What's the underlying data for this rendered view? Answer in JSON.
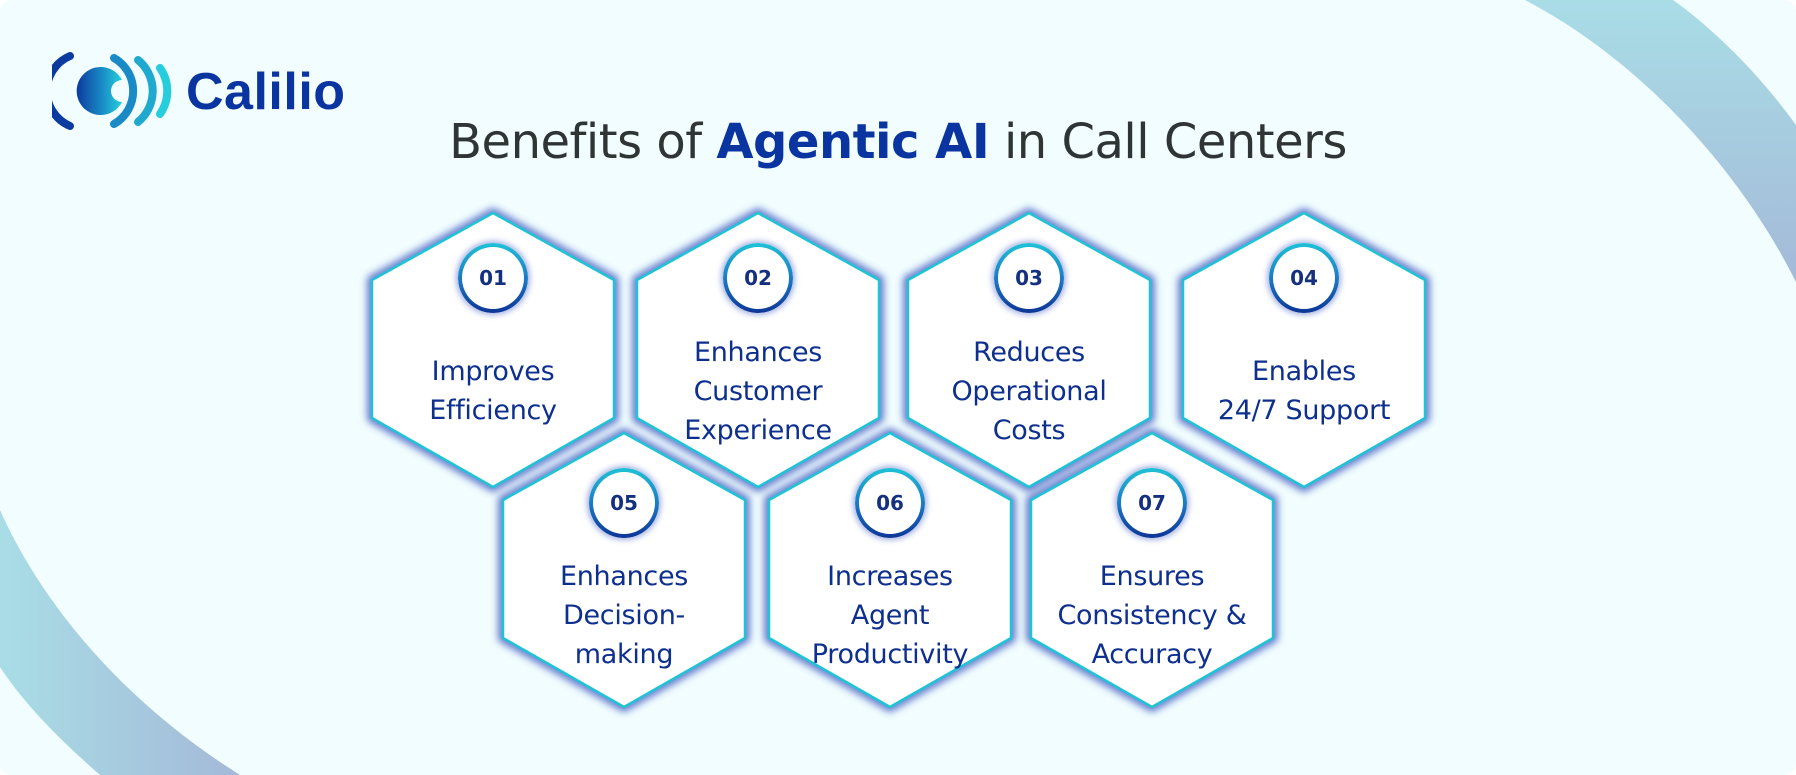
{
  "brand": {
    "name": "Calilio",
    "logo_icon": "calilio-signal-logo-icon",
    "colors": {
      "primary": "#0a34a0",
      "accent": "#1fc2d6"
    }
  },
  "title": {
    "prefix": "Benefits of ",
    "highlight": "Agentic AI",
    "suffix": " in Call Centers"
  },
  "benefits": [
    {
      "number": "01",
      "label": "Improves\nEfficiency"
    },
    {
      "number": "02",
      "label": "Enhances\nCustomer\nExperience"
    },
    {
      "number": "03",
      "label": "Reduces\nOperational\nCosts"
    },
    {
      "number": "04",
      "label": "Enables\n24/7 Support"
    },
    {
      "number": "05",
      "label": "Enhances\nDecision-\nmaking"
    },
    {
      "number": "06",
      "label": "Increases\nAgent\nProductivity"
    },
    {
      "number": "07",
      "label": "Ensures\nConsistency &\nAccuracy"
    }
  ],
  "colors": {
    "background": "#f1fdfe",
    "title_text": "#2f3535",
    "hex_border": "#1ec3d6",
    "hex_glow": "#3a56c0",
    "benefit_text": "#0d2f8e"
  }
}
